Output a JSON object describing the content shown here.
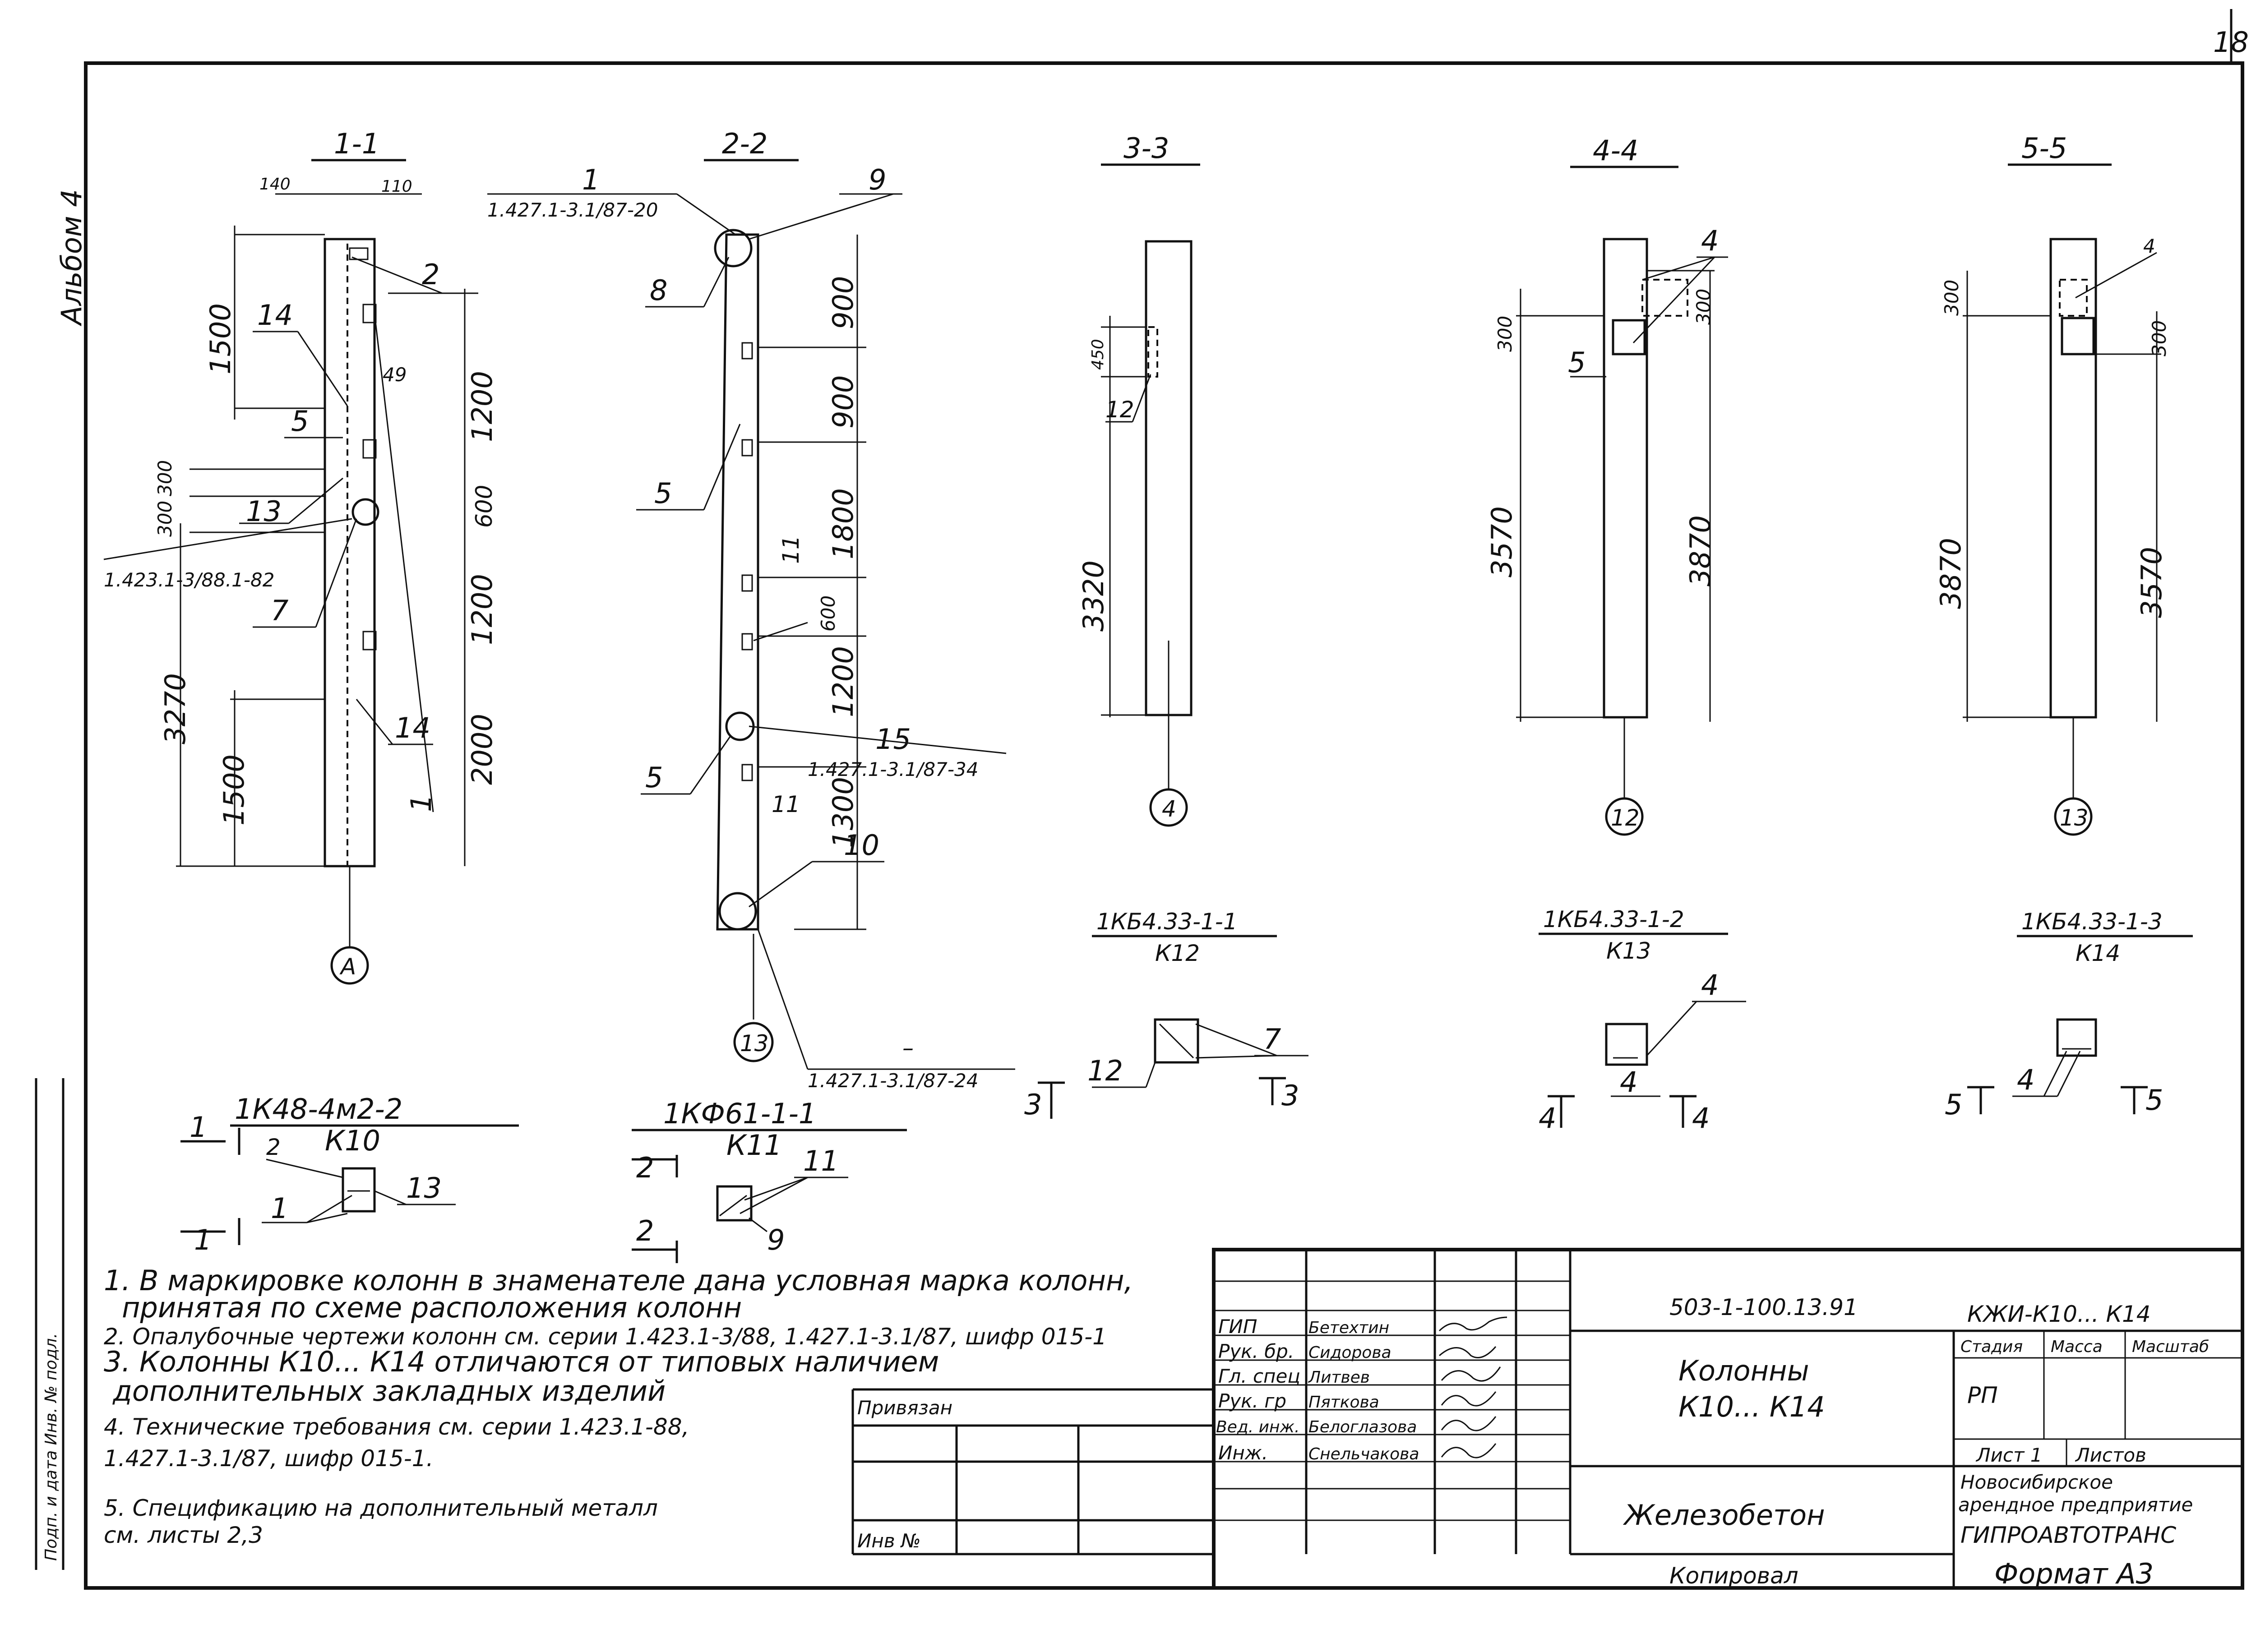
{
  "sheet": {
    "number": "18",
    "album": "Альбом 4"
  },
  "sections": {
    "s11": {
      "title": "1-1",
      "dims": [
        "140",
        "110",
        "1500",
        "49",
        "1200",
        "600",
        "1200",
        "2000",
        "300",
        "300",
        "3270",
        "1500"
      ],
      "ref": "1.423.1-3/88.1-82",
      "tags": [
        "2",
        "14",
        "5",
        "13",
        "7",
        "14",
        "1"
      ],
      "axis": "A"
    },
    "s22": {
      "title": "2-2",
      "top_tag": "1",
      "top_ref": "1.427.1-3.1/87-20",
      "dims": [
        "900",
        "900",
        "1800",
        "600",
        "1200",
        "1300"
      ],
      "tags": [
        "9",
        "8",
        "5",
        "11",
        "15",
        "5",
        "11",
        "10"
      ],
      "mid_ref": "1.427.1-3.1/87-34",
      "bot_tag": "–",
      "bot_ref": "1.427.1-3.1/87-24",
      "axis": "13"
    },
    "s33": {
      "title": "3-3",
      "dims": [
        "450",
        "3320"
      ],
      "tag": "12",
      "axis": "4"
    },
    "s44": {
      "title": "4-4",
      "dims": [
        "300",
        "300",
        "3570",
        "3870"
      ],
      "tags": [
        "4",
        "5"
      ],
      "axis": "12"
    },
    "s55": {
      "title": "5-5",
      "dims": [
        "300",
        "300",
        "3870",
        "3570"
      ],
      "tag": "4",
      "axis": "13"
    }
  },
  "marks": {
    "k10": {
      "num": "1К48-4м2-2",
      "den": "К10",
      "tags": [
        "1",
        "2",
        "13",
        "1",
        "1"
      ]
    },
    "k11": {
      "num": "1КФ61-1-1",
      "den": "К11",
      "tags": [
        "2",
        "2",
        "11",
        "9"
      ]
    },
    "k12": {
      "num": "1КБ4.33-1-1",
      "den": "К12",
      "tags": [
        "12",
        "7",
        "3",
        "3"
      ]
    },
    "k13": {
      "num": "1КБ4.33-1-2",
      "den": "К13",
      "tags": [
        "4",
        "4",
        "4",
        "4"
      ]
    },
    "k14": {
      "num": "1КБ4.33-1-3",
      "den": "К14",
      "tags": [
        "4",
        "5",
        "5"
      ]
    }
  },
  "notes": [
    "1. В маркировке колонн в знаменателе дана условная марка колонн,",
    "принятая по схеме расположения колонн",
    "2. Опалубочные чертежи колонн см. серии 1.423.1-3/88, 1.427.1-3.1/87, шифр 015-1",
    "3. Колонны К10... К14 отличаются от типовых наличием",
    "дополнительных закладных изделий",
    "4. Технические требования см. серии 1.423.1-88,",
    "1.427.1-3.1/87, шифр 015-1.",
    "5. Спецификацию на дополнительный металл",
    "см. листы 2,3"
  ],
  "stamp": {
    "doc_code": "503-1-100.13.91",
    "sheet_code": "КЖИ-К10... К14",
    "title_line1": "Колонны",
    "title_line2": "К10... К14",
    "material": "Железобетон",
    "col_headers": [
      "Стадия",
      "Масса",
      "Масштаб"
    ],
    "stage": "РП",
    "sheet_label": "Лист 1",
    "sheets_label": "Листов",
    "org_line1": "Новосибирское",
    "org_line2": "арендное предприятие",
    "org_line3": "ГИПРОАВТОТРАНС",
    "roles": [
      "ГИП",
      "Рук. бр.",
      "Гл. спец",
      "Рук. гр",
      "Вед. инж.",
      "Инж."
    ],
    "names": [
      "Бетехтин",
      "Сидорова",
      "Литвев",
      "Пяткова",
      "Белоглазова",
      "Снельчакова"
    ],
    "privyazan": "Привязан",
    "inv": "Инв №",
    "copied": "Копировал",
    "format": "Формат А3",
    "left_strip": "Подп. и дата   Инв. № подл."
  }
}
